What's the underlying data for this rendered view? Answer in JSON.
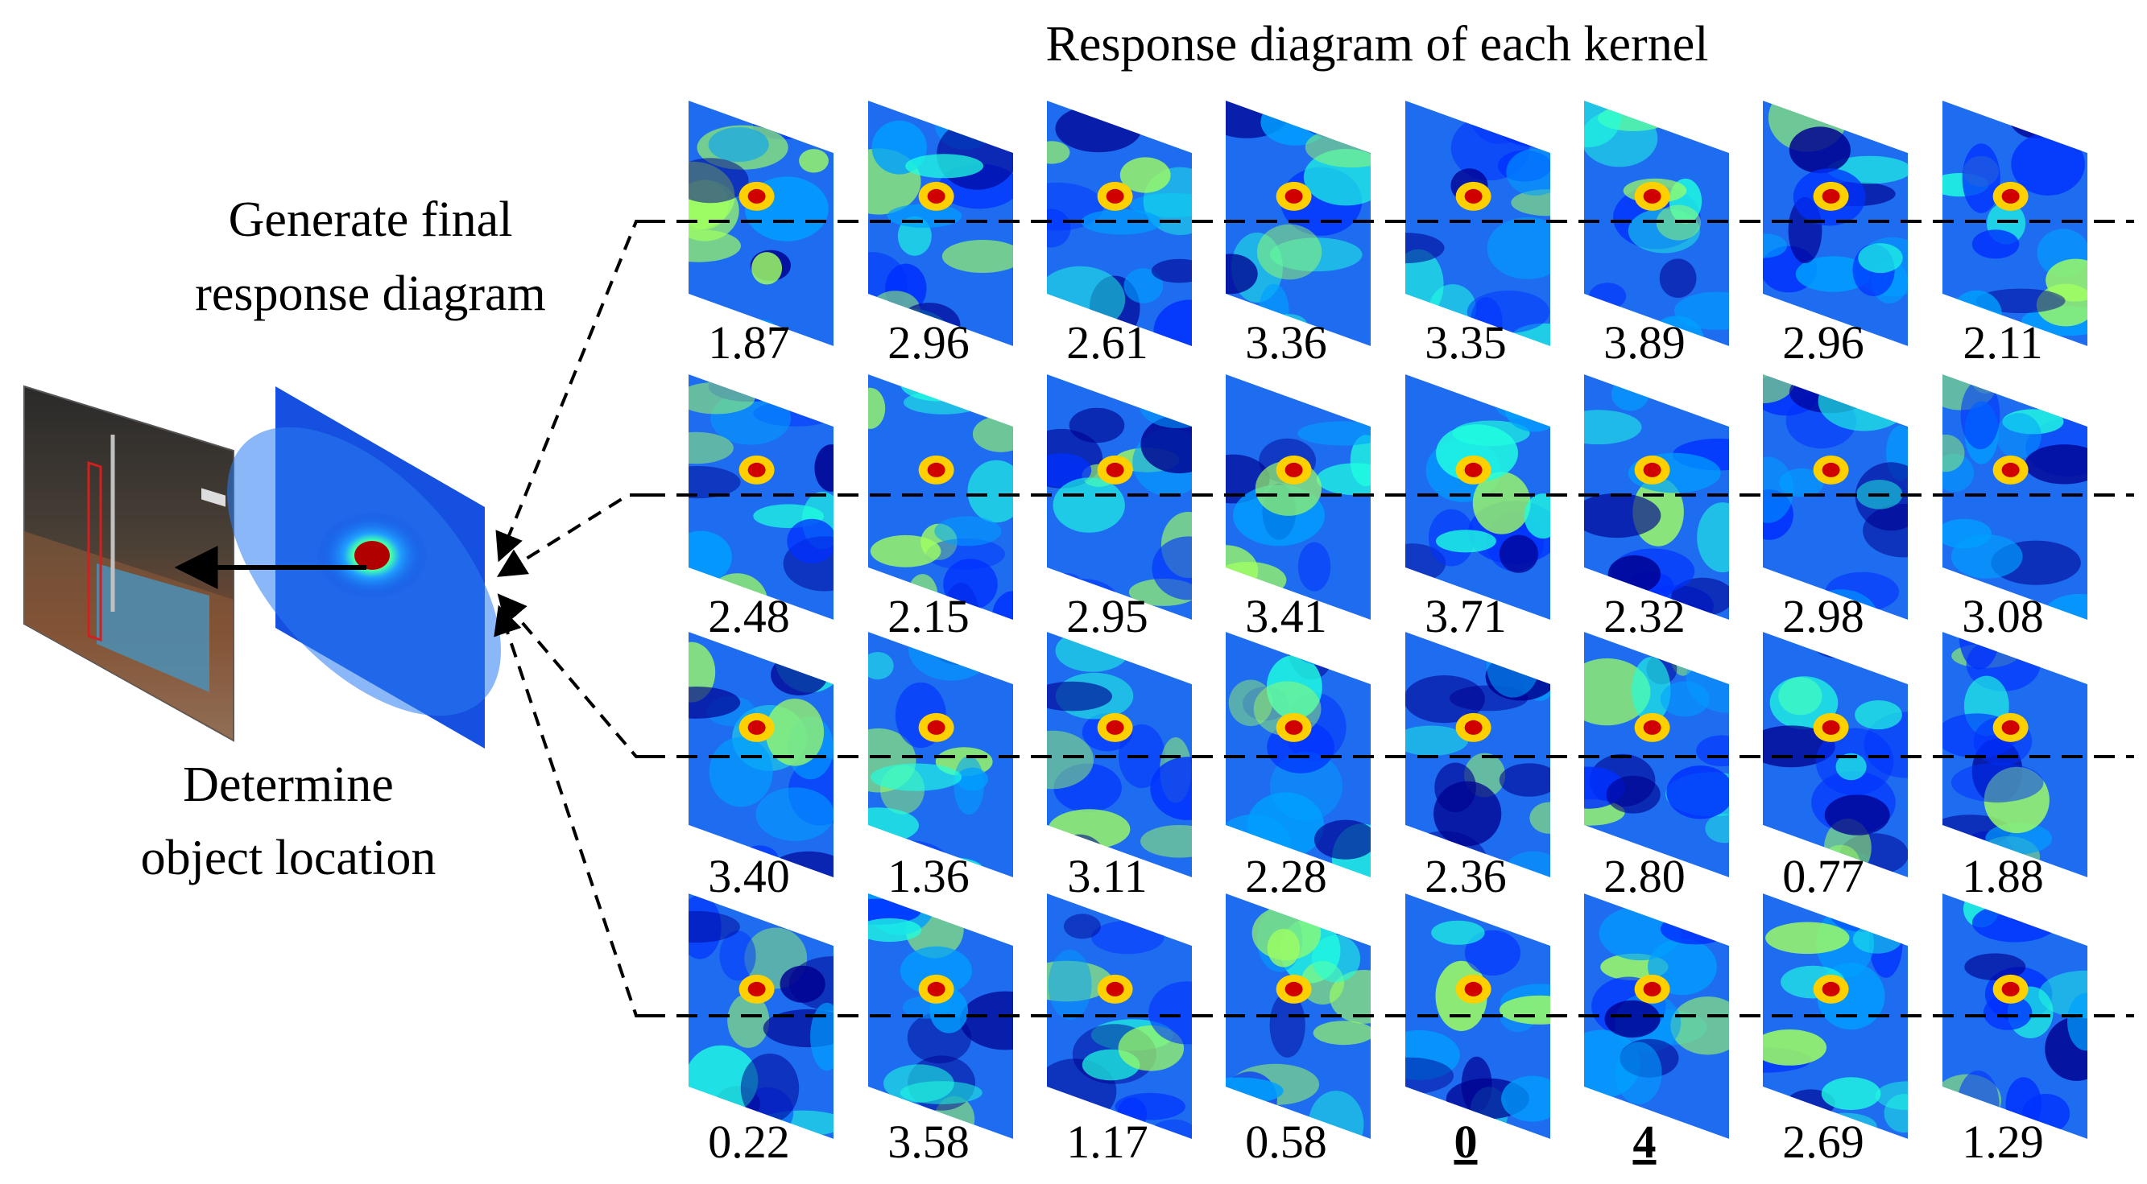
{
  "title": "Response diagram of each kernel",
  "left_labels": {
    "generate_line1": "Generate final",
    "generate_line2": "response diagram",
    "determine_line1": "Determine",
    "determine_line2": "object location"
  },
  "grid": {
    "rows": [
      {
        "values": [
          "1.87",
          "2.96",
          "2.61",
          "3.36",
          "3.35",
          "3.89",
          "2.96",
          "2.11"
        ]
      },
      {
        "values": [
          "2.48",
          "2.15",
          "2.95",
          "3.41",
          "3.71",
          "2.32",
          "2.98",
          "3.08"
        ]
      },
      {
        "values": [
          "3.40",
          "1.36",
          "3.11",
          "2.28",
          "2.36",
          "2.80",
          "0.77",
          "1.88"
        ]
      },
      {
        "values": [
          "0.22",
          "3.58",
          "1.17",
          "0.58",
          "0",
          "4",
          "2.69",
          "1.29"
        ]
      }
    ],
    "emphasized": [
      "0",
      "4"
    ]
  },
  "colors": {
    "jet_low": "#00008f",
    "jet_mid": "#00ffff",
    "jet_high": "#ff0000",
    "arrow": "#000000"
  },
  "icons": {
    "video_frame": "gymnastics-frame-image",
    "response_map": "heatmap-panel"
  }
}
